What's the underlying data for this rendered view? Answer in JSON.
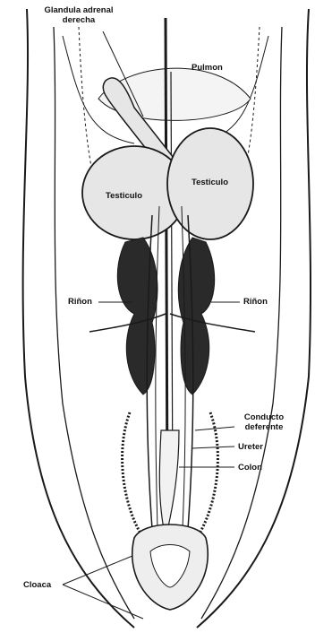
{
  "labels": {
    "adrenal_line1": "Glandula adrenal",
    "adrenal_line2": "derecha",
    "lung": "Pulmon",
    "testis_left": "Testiculo",
    "testis_right": "Testiculo",
    "kidney_left": "Riñon",
    "kidney_right": "Riñon",
    "vas_line1": "Conducto",
    "vas_line2": "deferente",
    "ureter": "Ureter",
    "colon": "Colon",
    "cloaca": "Cloaca"
  },
  "colors": {
    "ink": "#1a1a1a",
    "organ_fill": "#e6e6e6",
    "kidney_fill": "#2a2a2a",
    "background": "#ffffff"
  }
}
